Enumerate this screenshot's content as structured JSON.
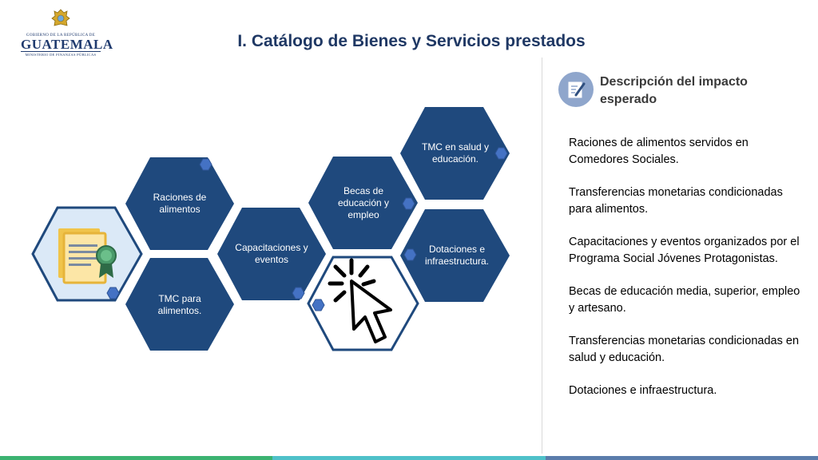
{
  "logo": {
    "line1": "GOBIERNO DE LA REPÚBLICA DE",
    "line2": "GUATEMALA",
    "line3": "MINISTERIO DE FINANZAS PÚBLICAS"
  },
  "title": "I. Catálogo de Bienes y Servicios prestados",
  "hexagons": {
    "raciones": "Raciones de alimentos",
    "tmc_alimentos": "TMC para alimentos.",
    "capacitaciones": "Capacitaciones y eventos",
    "becas": "Becas de educación  y empleo",
    "tmc_salud": "TMC en salud y educación.",
    "dotaciones": "Dotaciones e infraestructura."
  },
  "panel": {
    "heading": "Descripción del impacto esperado",
    "items": [
      "Raciones de alimentos  servidos en Comedores Sociales.",
      "Transferencias monetarias condicionadas para alimentos.",
      "Capacitaciones y eventos organizados por el Programa Social Jóvenes Protagonistas.",
      "Becas de educación  media, superior, empleo y artesano.",
      "Transferencias monetarias condicionadas en salud y educación.",
      "Dotaciones e infraestructura."
    ]
  },
  "colors": {
    "hex_fill": "#1f497d",
    "title": "#1f3864",
    "accent_light": "#dbe9f7",
    "footer": [
      "#3cb371",
      "#4fc1c9",
      "#5b7dab"
    ]
  },
  "icons": [
    "certificate-icon",
    "click-pointer-icon",
    "edit-note-icon",
    "crest-icon"
  ]
}
